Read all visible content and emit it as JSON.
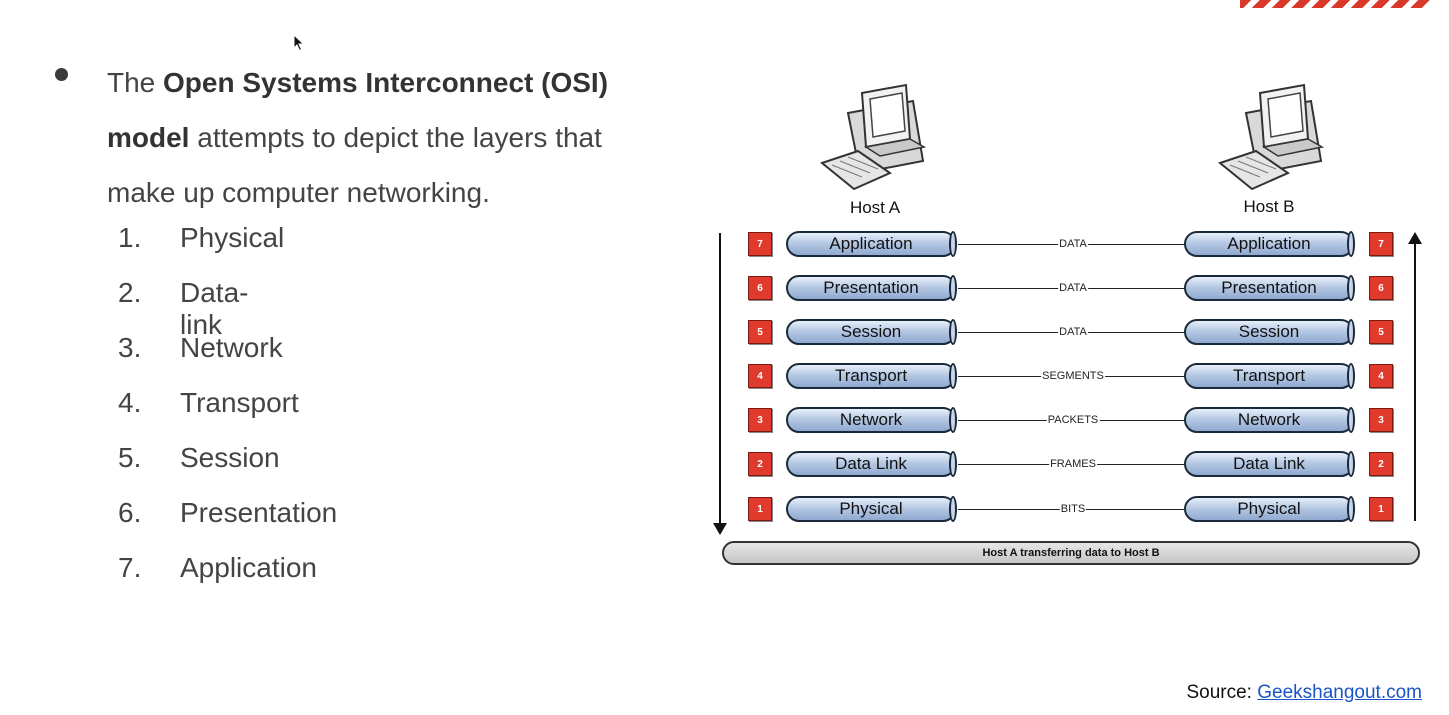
{
  "intro": {
    "prefix": "The ",
    "bold": "Open Systems Interconnect (OSI) model",
    "suffix": " attempts to depict the layers that make up computer networking."
  },
  "steps": [
    {
      "num": "1.",
      "label": "Physical"
    },
    {
      "num": "2.",
      "label": "Data-link"
    },
    {
      "num": "3.",
      "label": "Network"
    },
    {
      "num": "4.",
      "label": "Transport"
    },
    {
      "num": "5.",
      "label": "Session"
    },
    {
      "num": "6.",
      "label": "Presentation"
    },
    {
      "num": "7.",
      "label": "Application"
    }
  ],
  "diagram": {
    "host_a": "Host A",
    "host_b": "Host B",
    "layers": [
      {
        "num": "7",
        "name": "Application",
        "pdu": "DATA"
      },
      {
        "num": "6",
        "name": "Presentation",
        "pdu": "DATA"
      },
      {
        "num": "5",
        "name": "Session",
        "pdu": "DATA"
      },
      {
        "num": "4",
        "name": "Transport",
        "pdu": "SEGMENTS"
      },
      {
        "num": "3",
        "name": "Network",
        "pdu": "PACKETS"
      },
      {
        "num": "2",
        "name": "Data Link",
        "pdu": "FRAMES"
      },
      {
        "num": "1",
        "name": "Physical",
        "pdu": "BITS"
      }
    ],
    "base_label": "Host A transferring data to Host B"
  },
  "source": {
    "label": "Source: ",
    "link_text": "Geekshangout.com"
  },
  "colors": {
    "accent_stripe": "#d9392a",
    "layer_badge": "#e03a2c",
    "pipe_blue": "#b6c9e4",
    "link": "#1a55c5"
  }
}
